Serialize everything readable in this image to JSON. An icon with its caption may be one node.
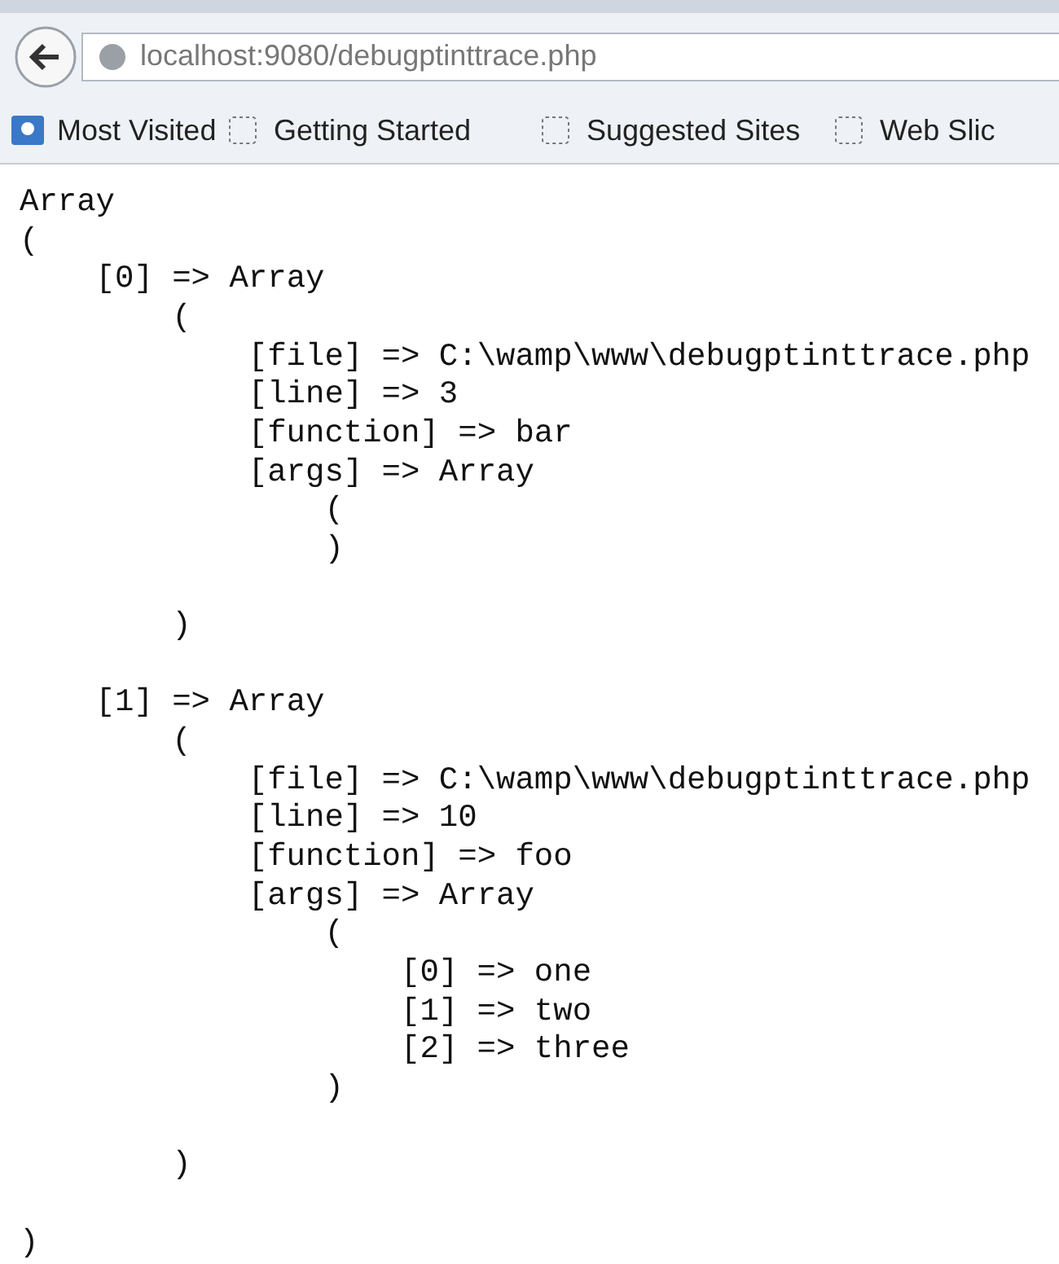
{
  "diagram": {
    "labels": [
      "localhost:9080/debugptinttrace.php",
      "Most Visited",
      "Getting Started",
      "Suggested Sites",
      "Web Slic",
      "Array",
      "(",
      "[0] => Array",
      "(",
      "[file] => C:\\wamp\\www\\debugptinttrace.php",
      "[line] => 3",
      "[function] => bar",
      "[args] => Array",
      "(",
      ")",
      ")",
      "[1] => Array",
      "(",
      "[file] => C:\\wamp\\www\\debugptinttrace.php",
      "[line] => 10",
      "[function] => foo",
      "[args] => Array",
      "(",
      "[0] => one",
      "[1] => two",
      "[2] => three",
      ")",
      ")",
      ")"
    ]
  }
}
